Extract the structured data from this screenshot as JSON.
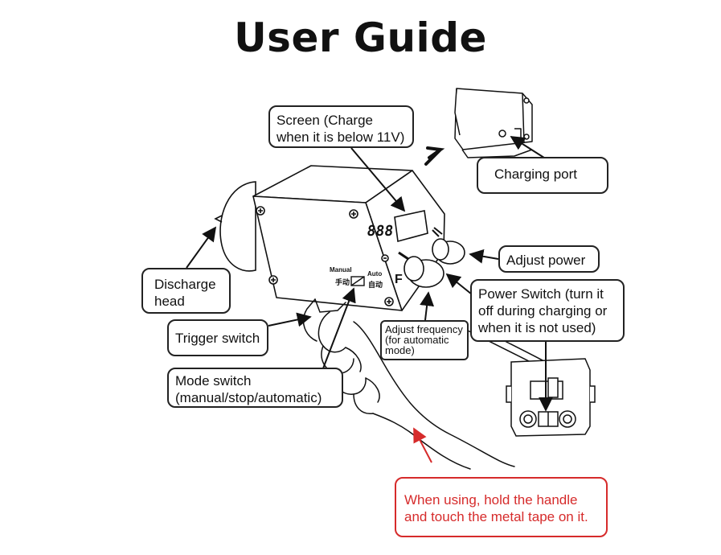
{
  "title": "User Guide",
  "device_labels": {
    "manual": "Manual",
    "auto": "Auto",
    "manual_cn": "手动",
    "auto_cn": "自动",
    "display": "888",
    "freq_letter": "F"
  },
  "callouts": {
    "screen": "Screen (Charge when it is below 11V)",
    "charging_port": "Charging port",
    "adjust_power": "Adjust power",
    "discharge_head": "Discharge head",
    "power_switch": "Power Switch (turn it off during charging or when it is not used)",
    "trigger_switch": "Trigger switch",
    "adjust_frequency": "Adjust frequency (for automatic mode)",
    "mode_switch": "Mode switch (manual/stop/automatic)",
    "usage_note": "When using, hold the handle and touch the metal tape on it."
  },
  "colors": {
    "line": "#111111",
    "note": "#d62b2b"
  }
}
